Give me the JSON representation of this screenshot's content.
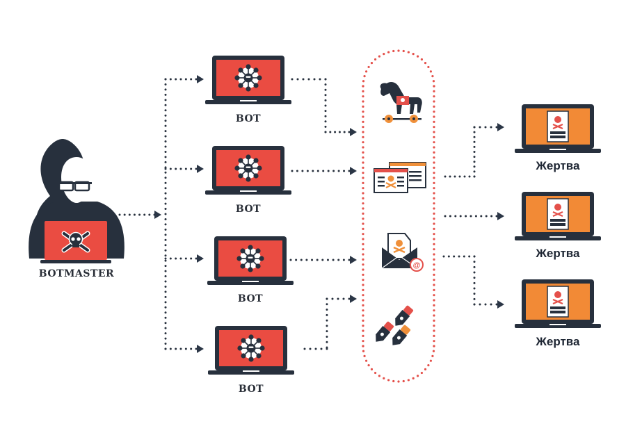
{
  "colors": {
    "dark": "#27303d",
    "bot_red": "#ea4c42",
    "victim_orange": "#f28a36",
    "accent_red": "#e4504a",
    "accent_orange": "#f0903a",
    "white": "#ffffff"
  },
  "botmaster": {
    "label": "BOTMASTER",
    "icon": "hooded-hacker-icon",
    "screen_icon": "skull-crossbones-icon"
  },
  "bots": [
    {
      "label": "BOT",
      "icon": "virus-icon"
    },
    {
      "label": "BOT",
      "icon": "virus-icon"
    },
    {
      "label": "BOT",
      "icon": "virus-icon"
    },
    {
      "label": "BOT",
      "icon": "virus-icon"
    }
  ],
  "attack_types": [
    {
      "name": "trojan-horse",
      "icon": "trojan-horse-icon"
    },
    {
      "name": "phishing-websites",
      "icon": "malicious-web-page-icon"
    },
    {
      "name": "spam-email",
      "icon": "infected-email-icon"
    },
    {
      "name": "bombs",
      "icon": "bomb-icon"
    }
  ],
  "victims": [
    {
      "label": "Жертва",
      "icon": "infected-document-icon"
    },
    {
      "label": "Жертва",
      "icon": "infected-document-icon"
    },
    {
      "label": "Жертва",
      "icon": "infected-document-icon"
    }
  ]
}
